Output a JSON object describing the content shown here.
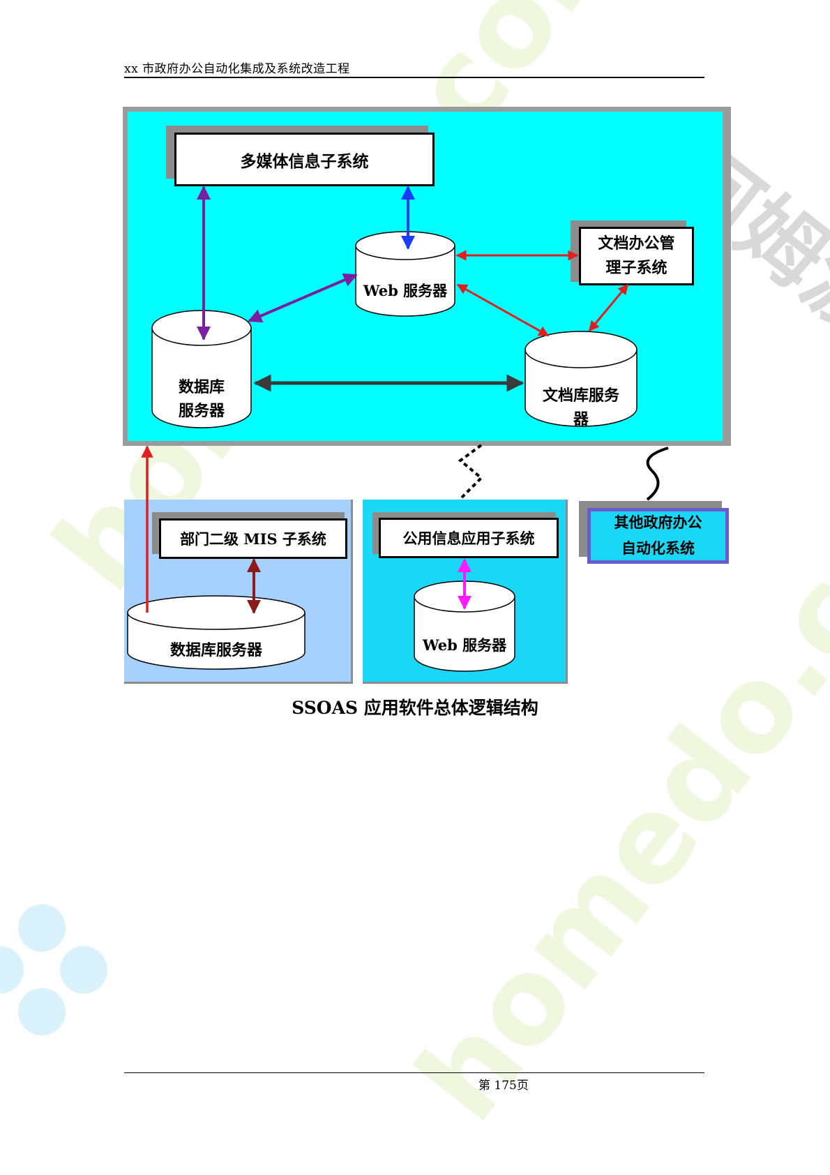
{
  "header": {
    "title": "xx 市政府办公自动化集成及系统改造工程"
  },
  "footer": {
    "page": "第 175页"
  },
  "watermark": {
    "text": "homedo.com",
    "brand": "河姆渡"
  },
  "diagram": {
    "caption": "SSOAS 应用软件总体逻辑结构",
    "main": {
      "multimedia": "多媒体信息子系统",
      "web_server": "Web 服务器",
      "doc_office_line1": "文档办公管",
      "doc_office_line2": "理子系统",
      "db_line1": "数据库",
      "db_line2": "服务器",
      "doc_db_line1": "文档库服务",
      "doc_db_line2": "器"
    },
    "dept": {
      "mis": "部门二级 MIS 子系统",
      "db": "数据库服务器"
    },
    "public": {
      "info": "公用信息应用子系统",
      "web": "Web 服务器"
    },
    "other": {
      "line1": "其他政府办公",
      "line2": "自动化系统"
    },
    "colors": {
      "main_bg": "#00ffff",
      "dept_bg": "#a6d1ff",
      "public_bg": "#1ad8f5",
      "other_bg": "#1ad8f5",
      "other_border": "#6a5acd",
      "frame": "#9a9a9a",
      "arrow_purple": "#7a1fa2",
      "arrow_blue": "#1a3cff",
      "arrow_red": "#e01e1e",
      "arrow_dark": "#3a3a3a",
      "arrow_maroon": "#8b1a1a",
      "arrow_magenta": "#ff1aff"
    }
  }
}
